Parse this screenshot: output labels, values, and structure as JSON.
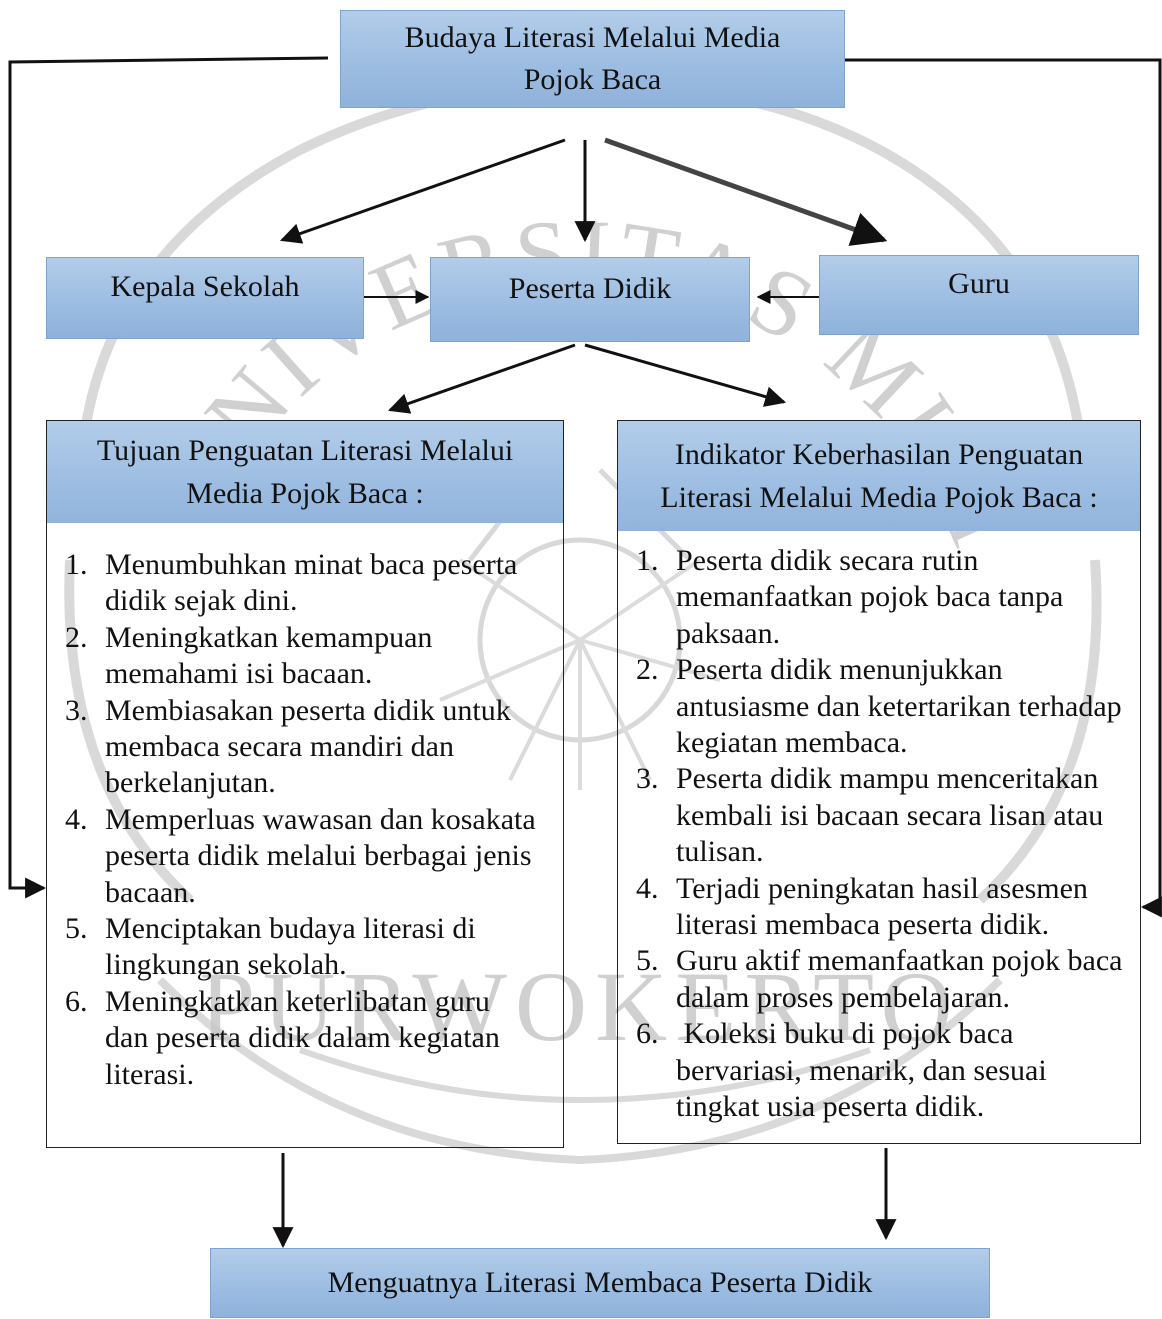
{
  "top_box": {
    "line1": "Budaya Literasi Melalui Media",
    "line2": "Pojok Baca"
  },
  "actors": {
    "left": "Kepala Sekolah",
    "center": "Peserta Didik",
    "right": "Guru"
  },
  "left_panel": {
    "title_line1": "Tujuan Penguatan Literasi Melalui",
    "title_line2": "Media Pojok Baca :",
    "items": [
      {
        "num": "1.",
        "text": "Menumbuhkan minat baca peserta didik sejak dini."
      },
      {
        "num": "2.",
        "text": "Meningkatkan kemampuan memahami isi bacaan."
      },
      {
        "num": "3.",
        "text": "Membiasakan peserta didik untuk membaca secara mandiri dan berkelanjutan."
      },
      {
        "num": "4.",
        "text": "Memperluas wawasan dan kosakata peserta didik melalui berbagai jenis bacaan."
      },
      {
        "num": "5.",
        "text": "Menciptakan budaya literasi di lingkungan sekolah."
      },
      {
        "num": "6.",
        "text": "Meningkatkan keterlibatan guru dan peserta didik dalam kegiatan literasi."
      }
    ]
  },
  "right_panel": {
    "title_line1": "Indikator Keberhasilan Penguatan",
    "title_line2": "Literasi Melalui Media Pojok Baca :",
    "items": [
      {
        "num": "1.",
        "text": "Peserta didik secara rutin memanfaatkan pojok baca tanpa paksaan."
      },
      {
        "num": "2.",
        "text": "Peserta didik menunjukkan antusiasme dan ketertarikan terhadap kegiatan membaca."
      },
      {
        "num": "3.",
        "text": "Peserta didik mampu menceritakan kembali isi bacaan secara lisan atau tulisan."
      },
      {
        "num": "4.",
        "text": "Terjadi peningkatan hasil asesmen literasi membaca peserta didik."
      },
      {
        "num": "5.",
        "text": "Guru aktif memanfaatkan pojok baca dalam proses pembelajaran."
      },
      {
        "num": "6.",
        "text": " Koleksi buku di pojok baca bervariasi, menarik, dan sesuai tingkat usia peserta didik."
      }
    ]
  },
  "bottom_box": "Menguatnya Literasi Membaca Peserta Didik",
  "watermark": {
    "arc_text": "UNIVERSITAS MUHAMMADIYAH",
    "bottom_text": "PURWOKERTO",
    "color": "#c8c8c8"
  },
  "colors": {
    "box_fill": "#9dbde2",
    "box_border": "#7ea3cf",
    "line": "#111111"
  }
}
